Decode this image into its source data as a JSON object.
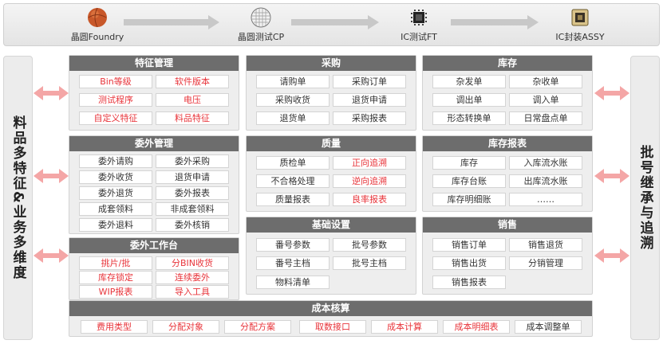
{
  "flow": {
    "steps": [
      {
        "label": "晶圆Foundry",
        "icon": "wafer-ball-icon"
      },
      {
        "label": "晶圆测试CP",
        "icon": "wafer-grid-icon"
      },
      {
        "label": "IC测试FT",
        "icon": "chip-icon"
      },
      {
        "label": "IC封装ASSY",
        "icon": "package-icon"
      }
    ]
  },
  "left_side_label": "料品多特征&业务多维度",
  "right_side_label": "批号继承与追溯",
  "colors": {
    "header": "#6d6d6d",
    "highlight_text": "#e8343a",
    "arrow": "#f4a6a6"
  },
  "panels": {
    "feature_mgmt": {
      "title": "特征管理",
      "items": [
        {
          "label": "Bin等级",
          "hl": true
        },
        {
          "label": "软件版本",
          "hl": true
        },
        {
          "label": "测试程序",
          "hl": true
        },
        {
          "label": "电压",
          "hl": true
        },
        {
          "label": "自定义特征",
          "hl": true
        },
        {
          "label": "料品特征",
          "hl": true
        }
      ]
    },
    "outsource_mgmt": {
      "title": "委外管理",
      "items": [
        {
          "label": "委外请购",
          "hl": false
        },
        {
          "label": "委外采购",
          "hl": false
        },
        {
          "label": "委外收货",
          "hl": false
        },
        {
          "label": "退货申请",
          "hl": false
        },
        {
          "label": "委外退货",
          "hl": false
        },
        {
          "label": "委外报表",
          "hl": false
        },
        {
          "label": "成套领料",
          "hl": false
        },
        {
          "label": "非成套领料",
          "hl": false
        },
        {
          "label": "委外退料",
          "hl": false
        },
        {
          "label": "委外核销",
          "hl": false
        }
      ]
    },
    "outsource_bench": {
      "title": "委外工作台",
      "items": [
        {
          "label": "挑片/批",
          "hl": true
        },
        {
          "label": "分BIN收货",
          "hl": true
        },
        {
          "label": "库存锁定",
          "hl": true
        },
        {
          "label": "连续委外",
          "hl": true
        },
        {
          "label": "WIP报表",
          "hl": true
        },
        {
          "label": "导入工具",
          "hl": true
        }
      ]
    },
    "purchase": {
      "title": "采购",
      "items": [
        {
          "label": "请购单",
          "hl": false
        },
        {
          "label": "采购订单",
          "hl": false
        },
        {
          "label": "采购收货",
          "hl": false
        },
        {
          "label": "退货申请",
          "hl": false
        },
        {
          "label": "退货单",
          "hl": false
        },
        {
          "label": "采购报表",
          "hl": false
        }
      ]
    },
    "quality": {
      "title": "质量",
      "items": [
        {
          "label": "质检单",
          "hl": false
        },
        {
          "label": "正向追溯",
          "hl": true
        },
        {
          "label": "不合格处理",
          "hl": false
        },
        {
          "label": "逆向追溯",
          "hl": true
        },
        {
          "label": "质量报表",
          "hl": false
        },
        {
          "label": "良率报表",
          "hl": true
        }
      ]
    },
    "basic": {
      "title": "基础设置",
      "items": [
        {
          "label": "番号参数",
          "hl": false
        },
        {
          "label": "批号参数",
          "hl": false
        },
        {
          "label": "番号主档",
          "hl": false
        },
        {
          "label": "批号主档",
          "hl": false
        },
        {
          "label": "物料清单",
          "hl": false
        }
      ]
    },
    "inventory": {
      "title": "库存",
      "items": [
        {
          "label": "杂发单",
          "hl": false
        },
        {
          "label": "杂收单",
          "hl": false
        },
        {
          "label": "调出单",
          "hl": false
        },
        {
          "label": "调入单",
          "hl": false
        },
        {
          "label": "形态转换单",
          "hl": false
        },
        {
          "label": "日常盘点单",
          "hl": false
        }
      ]
    },
    "inv_report": {
      "title": "库存报表",
      "items": [
        {
          "label": "库存",
          "hl": false
        },
        {
          "label": "入库流水账",
          "hl": false
        },
        {
          "label": "库存台账",
          "hl": false
        },
        {
          "label": "出库流水账",
          "hl": false
        },
        {
          "label": "库存明细账",
          "hl": false
        },
        {
          "label": "……",
          "hl": false
        }
      ]
    },
    "sales": {
      "title": "销售",
      "items": [
        {
          "label": "销售订单",
          "hl": false
        },
        {
          "label": "销售退货",
          "hl": false
        },
        {
          "label": "销售出货",
          "hl": false
        },
        {
          "label": "分销管理",
          "hl": false
        },
        {
          "label": "销售报表",
          "hl": false
        }
      ]
    },
    "cost": {
      "title": "成本核算",
      "items": [
        {
          "label": "费用类型",
          "hl": true
        },
        {
          "label": "分配对象",
          "hl": true
        },
        {
          "label": "分配方案",
          "hl": true
        },
        {
          "label": "取数接口",
          "hl": true
        },
        {
          "label": "成本计算",
          "hl": true
        },
        {
          "label": "成本明细表",
          "hl": true
        },
        {
          "label": "成本调整单",
          "hl": false
        }
      ]
    }
  }
}
